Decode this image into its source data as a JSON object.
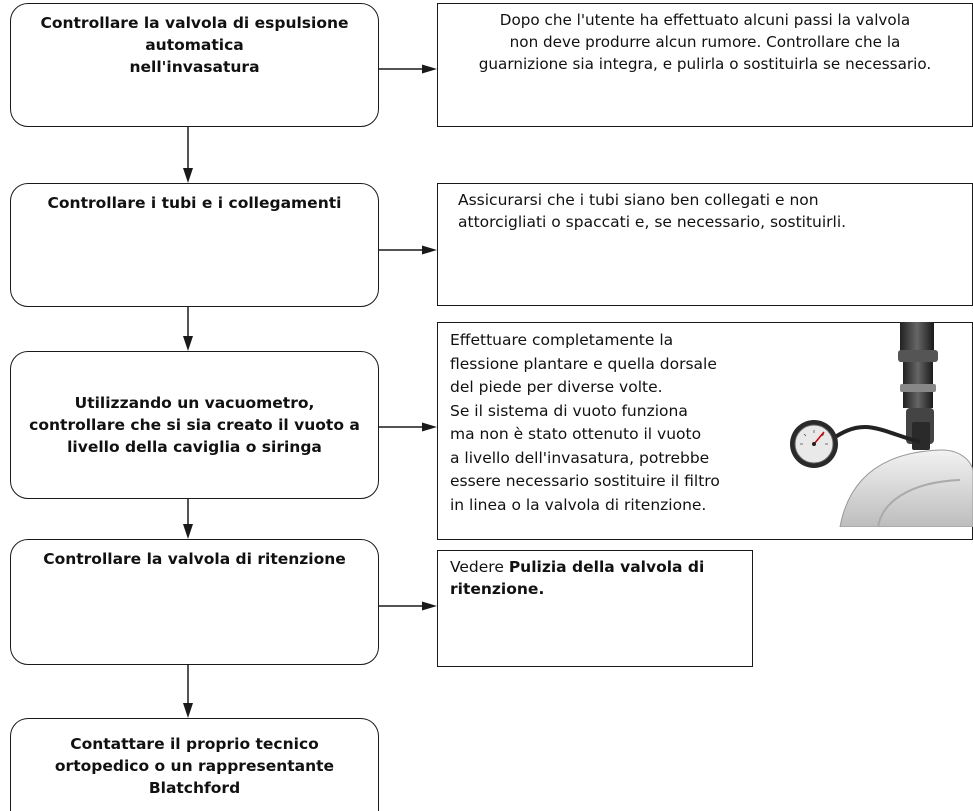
{
  "steps": [
    {
      "lines": [
        "Controllare la valvola di espulsione",
        "automatica",
        "nell'invasatura"
      ]
    },
    {
      "lines": [
        "Controllare i tubi e i collegamenti"
      ]
    },
    {
      "lines": [
        "Utilizzando un vacuometro,",
        "controllare che si sia creato il vuoto a",
        "livello della caviglia o siringa"
      ]
    },
    {
      "lines": [
        "Controllare la valvola di ritenzione"
      ]
    },
    {
      "lines": [
        "Contattare il proprio tecnico",
        "ortopedico o un rappresentante",
        "Blatchford"
      ]
    }
  ],
  "notes": [
    {
      "lines": [
        "Dopo che l'utente ha effettuato alcuni passi la valvola",
        "non deve produrre alcun rumore. Controllare che la",
        "guarnizione sia integra, e pulirla o sostituirla se necessario."
      ]
    },
    {
      "lines": [
        "Assicurarsi che i tubi siano ben collegati e non",
        "attorcigliati o spaccati e, se necessario, sostituirli."
      ]
    },
    {
      "lines": [
        "Effettuare completamente la",
        "flessione plantare e quella dorsale",
        "del piede per diverse volte.",
        "Se il sistema di vuoto funziona",
        "ma non è stato ottenuto il vuoto",
        "a livello dell'invasatura, potrebbe",
        "essere necessario sostituire il filtro",
        "in linea o la valvola di ritenzione."
      ]
    },
    {
      "prefix": "Vedere ",
      "bold": "Pulizia della valvola di",
      "bold2": "ritenzione."
    }
  ],
  "illustration": {
    "icon": "vacuum-gauge-illustration-icon"
  }
}
